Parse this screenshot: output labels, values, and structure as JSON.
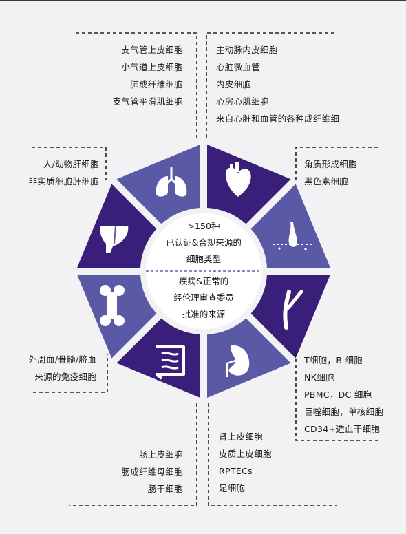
{
  "center": {
    "top": [
      ">150种",
      "已认证&合规来源的",
      "细胞类型"
    ],
    "bottom": [
      "疾病&正常的",
      "经伦理审查委员",
      "批准的来源"
    ]
  },
  "segments": [
    {
      "name": "lung",
      "icon": "lungs-icon",
      "color": "#3a1f7a"
    },
    {
      "name": "heart",
      "icon": "heart-icon",
      "color": "#5a59a6"
    },
    {
      "name": "skin",
      "icon": "skin-follicle-icon",
      "color": "#3a1f7a"
    },
    {
      "name": "vessel",
      "icon": "blood-vessel-icon",
      "color": "#5a59a6"
    },
    {
      "name": "kidney",
      "icon": "kidney-icon",
      "color": "#3a1f7a"
    },
    {
      "name": "intestine",
      "icon": "intestine-icon",
      "color": "#5a59a6"
    },
    {
      "name": "bone",
      "icon": "bone-icon",
      "color": "#3a1f7a"
    },
    {
      "name": "liver",
      "icon": "liver-icon",
      "color": "#5a59a6"
    }
  ],
  "labels": {
    "lung": [
      "支气管上皮细胞",
      "小气道上皮细胞",
      "肺成纤维细胞",
      "支气管平滑肌细胞"
    ],
    "heart": [
      "主动脉内皮细胞",
      "心脏微血管",
      "内皮细胞",
      "心房心肌细胞",
      "来自心脏和血管的各种成纤维细"
    ],
    "liver": [
      "人/动物肝细胞",
      "非实质细胞肝细胞"
    ],
    "skin": [
      "角质形成细胞",
      "黑色素细胞"
    ],
    "immune": [
      "外周血/骨髓/脐血",
      "来源的免疫细胞"
    ],
    "blood": [
      "T细胞，B 细胞",
      "NK细胞",
      "PBMC，DC 细胞",
      "巨噬细胞，单核细胞",
      "CD34+造血干细胞"
    ],
    "intestine": [
      "肠上皮细胞",
      "肠成纤维母细胞",
      "肠干细胞"
    ],
    "kidney": [
      "肾上皮细胞",
      "皮质上皮细胞",
      "RPTECs",
      "足细胞"
    ]
  }
}
